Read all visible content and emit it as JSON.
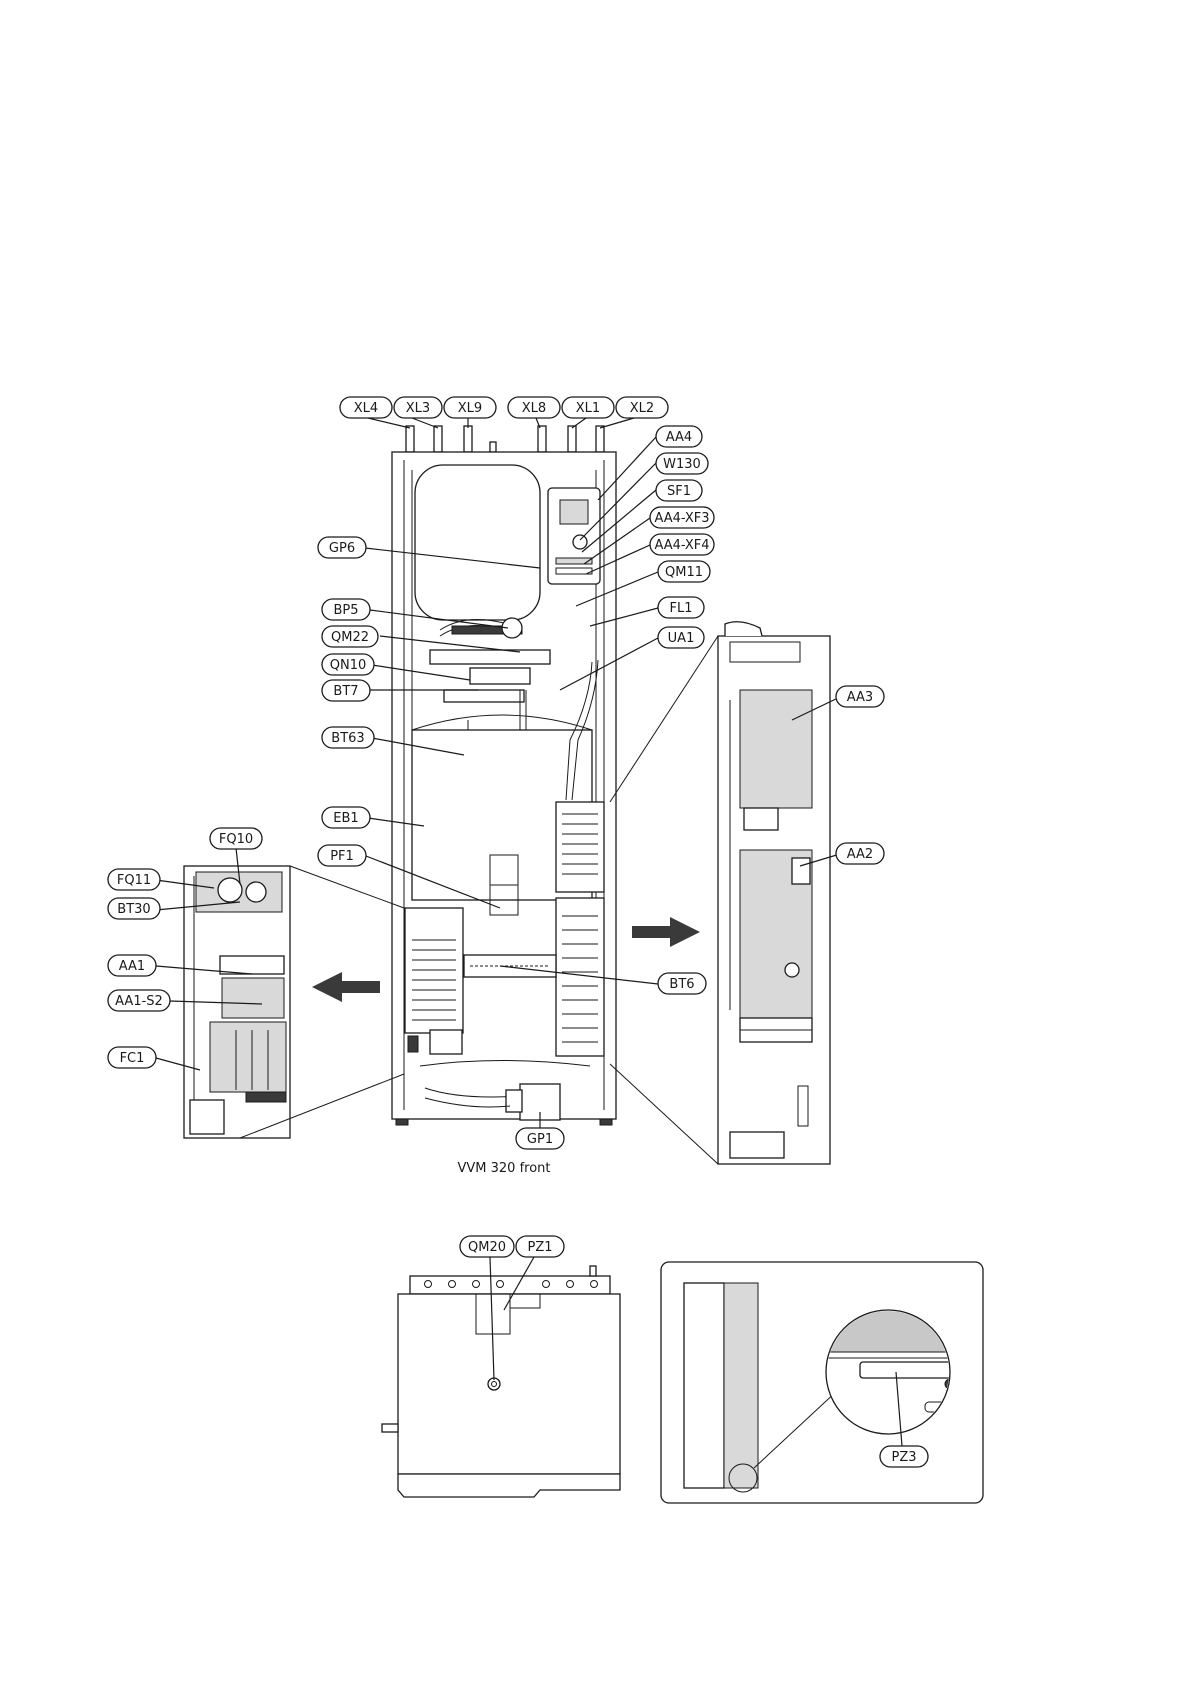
{
  "caption": "VVM 320 front",
  "labels": [
    {
      "id": "XL4",
      "text": "XL4"
    },
    {
      "id": "XL3",
      "text": "XL3"
    },
    {
      "id": "XL9",
      "text": "XL9"
    },
    {
      "id": "XL8",
      "text": "XL8"
    },
    {
      "id": "XL1",
      "text": "XL1"
    },
    {
      "id": "XL2",
      "text": "XL2"
    },
    {
      "id": "AA4",
      "text": "AA4"
    },
    {
      "id": "W130",
      "text": "W130"
    },
    {
      "id": "SF1",
      "text": "SF1"
    },
    {
      "id": "AA4-XF3",
      "text": "AA4-XF3"
    },
    {
      "id": "AA4-XF4",
      "text": "AA4-XF4"
    },
    {
      "id": "QM11",
      "text": "QM11"
    },
    {
      "id": "FL1",
      "text": "FL1"
    },
    {
      "id": "UA1",
      "text": "UA1"
    },
    {
      "id": "GP6",
      "text": "GP6"
    },
    {
      "id": "BP5",
      "text": "BP5"
    },
    {
      "id": "QM22",
      "text": "QM22"
    },
    {
      "id": "QN10",
      "text": "QN10"
    },
    {
      "id": "BT7",
      "text": "BT7"
    },
    {
      "id": "BT63",
      "text": "BT63"
    },
    {
      "id": "EB1",
      "text": "EB1"
    },
    {
      "id": "PF1",
      "text": "PF1"
    },
    {
      "id": "FQ10",
      "text": "FQ10"
    },
    {
      "id": "FQ11",
      "text": "FQ11"
    },
    {
      "id": "BT30",
      "text": "BT30"
    },
    {
      "id": "AA1",
      "text": "AA1"
    },
    {
      "id": "AA1-S2",
      "text": "AA1-S2"
    },
    {
      "id": "FC1",
      "text": "FC1"
    },
    {
      "id": "AA3",
      "text": "AA3"
    },
    {
      "id": "AA2",
      "text": "AA2"
    },
    {
      "id": "BT6",
      "text": "BT6"
    },
    {
      "id": "GP1",
      "text": "GP1"
    },
    {
      "id": "QM20",
      "text": "QM20"
    },
    {
      "id": "PZ1",
      "text": "PZ1"
    },
    {
      "id": "PZ3",
      "text": "PZ3"
    }
  ]
}
